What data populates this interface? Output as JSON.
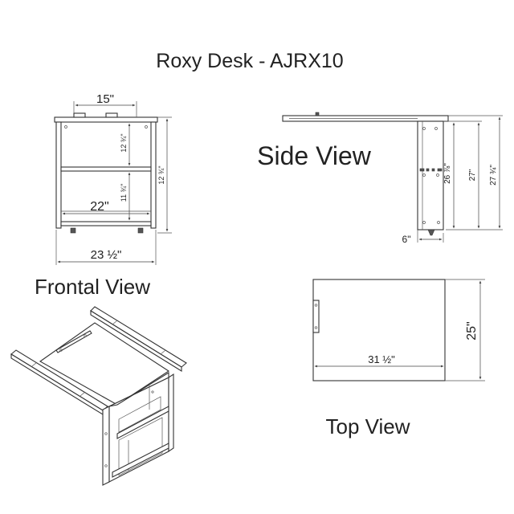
{
  "title": "Roxy Desk - AJRX10",
  "views": {
    "frontal": {
      "label": "Frontal View",
      "dims": {
        "top_width": "15\"",
        "upper_shelf_height": "12 ¾\"",
        "lower_shelf_height": "11 ¾\"",
        "overall_height": "12 ¾\"",
        "inner_width": "22\"",
        "overall_width": "23 ½\""
      }
    },
    "side": {
      "label": "Side View",
      "dims": {
        "inner_height": "26 ⅞\"",
        "mid_height": "27\"",
        "overall_height": "27 ¾\"",
        "leg_depth": "6\""
      }
    },
    "top": {
      "label": "Top View",
      "dims": {
        "depth": "25\"",
        "width": "31 ½\""
      }
    }
  }
}
